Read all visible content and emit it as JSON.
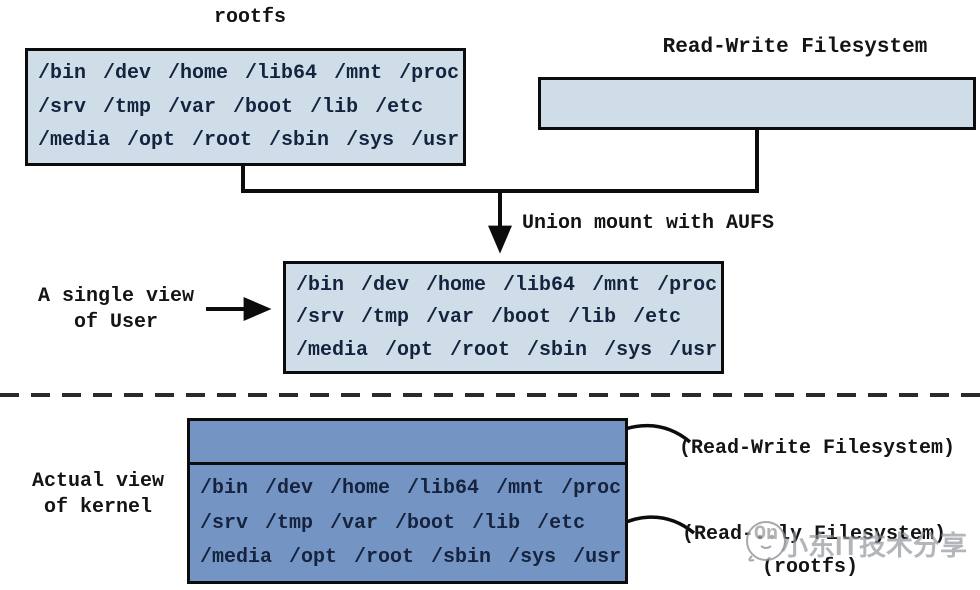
{
  "colors": {
    "light_box_fill": "#cfdde9",
    "dark_box_fill": "#7495c4",
    "line_color": "#0c0c0c",
    "box_text_color": "#16233f",
    "watermark_color": "#8e949b"
  },
  "rootfs_stack": {
    "title": "rootfs",
    "rows": [
      [
        "/bin",
        "/dev",
        "/home",
        "/lib64",
        "/mnt",
        "/proc"
      ],
      [
        "/srv",
        "/tmp",
        "/var",
        "/boot",
        "/lib",
        "/etc"
      ],
      [
        "/media",
        "/opt",
        "/root",
        "/sbin",
        "/sys",
        "/usr"
      ]
    ]
  },
  "rw_stack": {
    "title": "Read-Write Filesystem"
  },
  "union_view": {
    "arrow_label": "Union mount with AUFS",
    "side_label_line1": "A single view",
    "side_label_line2": "of User",
    "rows": [
      [
        "/bin",
        "/dev",
        "/home",
        "/lib64",
        "/mnt",
        "/proc"
      ],
      [
        "/srv",
        "/tmp",
        "/var",
        "/boot",
        "/lib",
        "/etc"
      ],
      [
        "/media",
        "/opt",
        "/root",
        "/sbin",
        "/sys",
        "/usr"
      ]
    ]
  },
  "kernel_view": {
    "side_label_line1": "Actual view",
    "side_label_line2": "of kernel",
    "rw_annotation": "(Read-Write Filesystem)",
    "ro_annotation": "(Read-Only Filesystem)",
    "ro_annotation_sub": "(rootfs)",
    "rows": [
      [
        "/bin",
        "/dev",
        "/home",
        "/lib64",
        "/mnt",
        "/proc"
      ],
      [
        "/srv",
        "/tmp",
        "/var",
        "/boot",
        "/lib",
        "/etc"
      ],
      [
        "/media",
        "/opt",
        "/root",
        "/sbin",
        "/sys",
        "/usr"
      ]
    ]
  },
  "watermark": {
    "text": "小东IT技术分享"
  }
}
